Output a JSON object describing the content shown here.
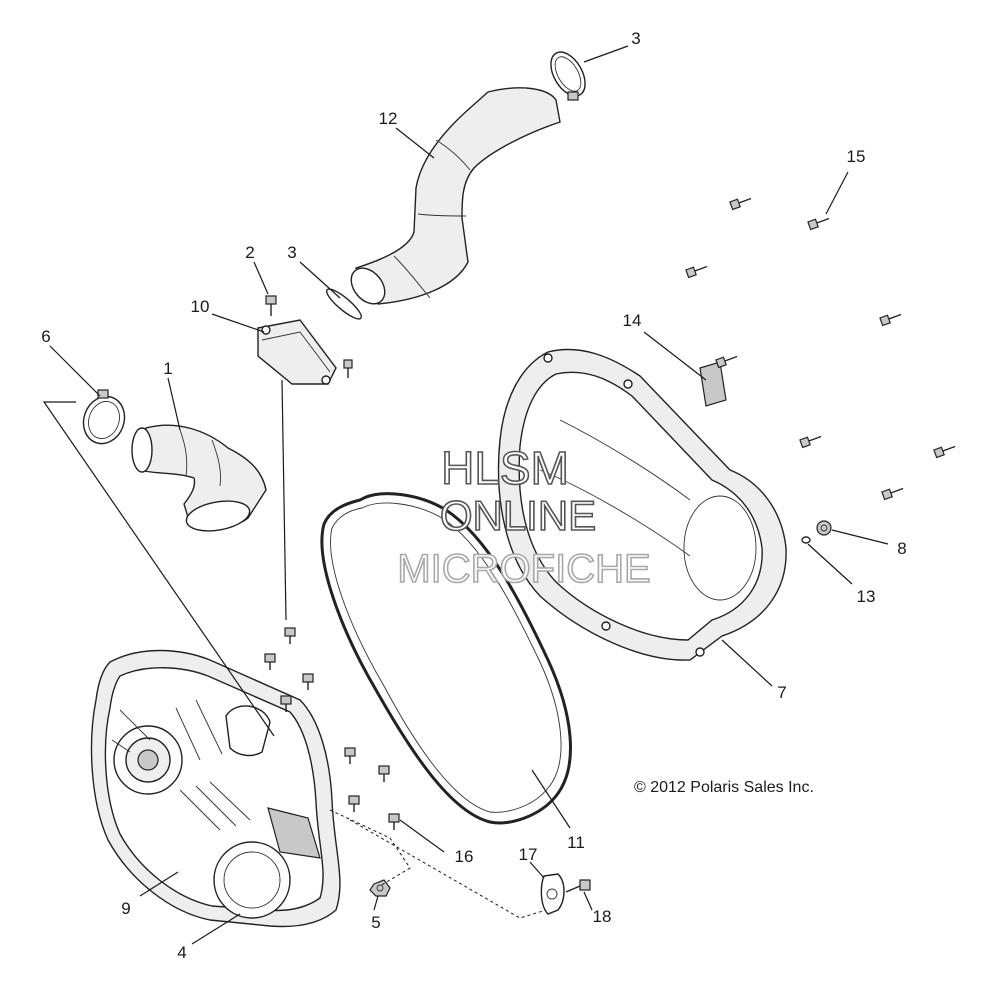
{
  "diagram": {
    "callouts": [
      "1",
      "2",
      "3",
      "3",
      "4",
      "5",
      "6",
      "7",
      "8",
      "9",
      "10",
      "11",
      "12",
      "13",
      "14",
      "15",
      "16",
      "17",
      "18"
    ],
    "watermark": [
      "HLSM",
      "ONLINE",
      "MICROFICHE"
    ],
    "copyright": "© 2012 Polaris Sales Inc."
  }
}
